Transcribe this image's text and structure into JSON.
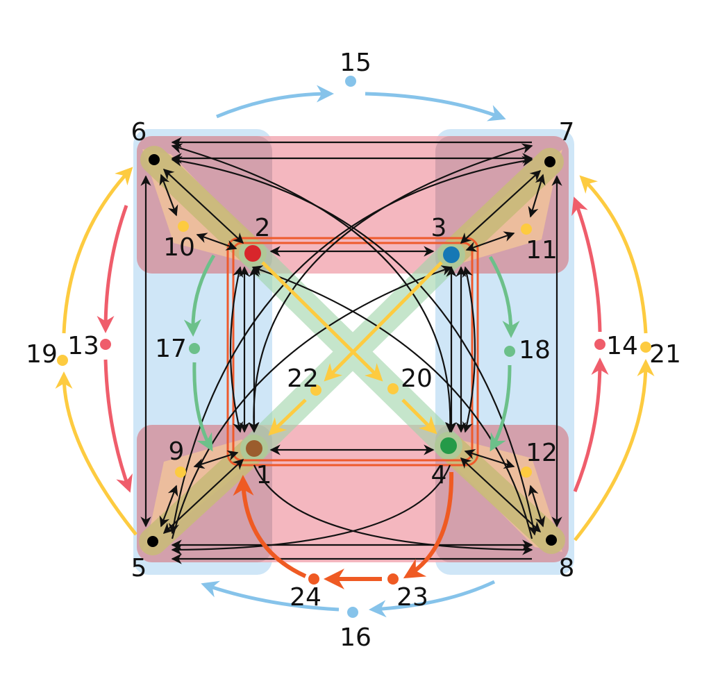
{
  "colors": {
    "blue_region": "#cfe6f7",
    "red_region": "#f2aab4",
    "orange_region": "#f0c29a",
    "olive_band": "#c9b97a",
    "green_band": "#9fd4a9",
    "inner_frame": "#ee5a2c",
    "arrow_blue": "#86c3ea",
    "arrow_red": "#ef5d6b",
    "arrow_yellow": "#fdcb40",
    "arrow_green": "#6cc08a",
    "arrow_orange": "#ef5a23",
    "arrow_black": "#111111"
  },
  "nodes": [
    {
      "id": "1",
      "label": "1",
      "color": "#9b5d2d"
    },
    {
      "id": "2",
      "label": "2",
      "color": "#d8262b"
    },
    {
      "id": "3",
      "label": "3",
      "color": "#1678b5"
    },
    {
      "id": "4",
      "label": "4",
      "color": "#249a48"
    },
    {
      "id": "5",
      "label": "5",
      "color": "#000000"
    },
    {
      "id": "6",
      "label": "6",
      "color": "#000000"
    },
    {
      "id": "7",
      "label": "7",
      "color": "#000000"
    },
    {
      "id": "8",
      "label": "8",
      "color": "#000000"
    },
    {
      "id": "9",
      "label": "9",
      "color": "#fdcb40"
    },
    {
      "id": "10",
      "label": "10",
      "color": "#fdcb40"
    },
    {
      "id": "11",
      "label": "11",
      "color": "#fdcb40"
    },
    {
      "id": "12",
      "label": "12",
      "color": "#fdcb40"
    },
    {
      "id": "13",
      "label": "13",
      "color": "#ef5d6b"
    },
    {
      "id": "14",
      "label": "14",
      "color": "#ef5d6b"
    },
    {
      "id": "15",
      "label": "15",
      "color": "#86c3ea"
    },
    {
      "id": "16",
      "label": "16",
      "color": "#86c3ea"
    },
    {
      "id": "17",
      "label": "17",
      "color": "#6cc08a"
    },
    {
      "id": "18",
      "label": "18",
      "color": "#6cc08a"
    },
    {
      "id": "19",
      "label": "19",
      "color": "#fdcb40"
    },
    {
      "id": "20",
      "label": "20",
      "color": "#fdcb40"
    },
    {
      "id": "21",
      "label": "21",
      "color": "#fdcb40"
    },
    {
      "id": "22",
      "label": "22",
      "color": "#fdcb40"
    },
    {
      "id": "23",
      "label": "23",
      "color": "#ef5a23"
    },
    {
      "id": "24",
      "label": "24",
      "color": "#ef5a23"
    }
  ],
  "edges": {
    "black_bidirectional": [
      [
        "1",
        "2"
      ],
      [
        "1",
        "3"
      ],
      [
        "1",
        "4"
      ],
      [
        "2",
        "3"
      ],
      [
        "2",
        "4"
      ],
      [
        "3",
        "4"
      ],
      [
        "5",
        "6"
      ],
      [
        "5",
        "7"
      ],
      [
        "5",
        "8"
      ],
      [
        "6",
        "7"
      ],
      [
        "6",
        "8"
      ],
      [
        "7",
        "8"
      ],
      [
        "1",
        "5"
      ],
      [
        "2",
        "6"
      ],
      [
        "3",
        "7"
      ],
      [
        "4",
        "8"
      ],
      [
        "1",
        "9"
      ],
      [
        "2",
        "10"
      ],
      [
        "3",
        "11"
      ],
      [
        "4",
        "12"
      ],
      [
        "5",
        "9"
      ],
      [
        "6",
        "10"
      ],
      [
        "7",
        "11"
      ],
      [
        "8",
        "12"
      ]
    ],
    "colored_directed": [
      {
        "from": "5",
        "to": "19",
        "color": "arrow_yellow"
      },
      {
        "from": "19",
        "to": "6",
        "color": "arrow_yellow"
      },
      {
        "from": "8",
        "to": "21",
        "color": "arrow_yellow"
      },
      {
        "from": "21",
        "to": "7",
        "color": "arrow_yellow"
      },
      {
        "from": "6",
        "to": "13",
        "color": "arrow_red"
      },
      {
        "from": "13",
        "to": "5",
        "color": "arrow_red"
      },
      {
        "from": "8",
        "to": "14",
        "color": "arrow_red"
      },
      {
        "from": "14",
        "to": "7",
        "color": "arrow_red"
      },
      {
        "from": "6",
        "to": "15",
        "color": "arrow_blue"
      },
      {
        "from": "15",
        "to": "7",
        "color": "arrow_blue"
      },
      {
        "from": "8",
        "to": "16",
        "color": "arrow_blue"
      },
      {
        "from": "16",
        "to": "5",
        "color": "arrow_blue"
      },
      {
        "from": "2",
        "to": "17",
        "color": "arrow_green"
      },
      {
        "from": "17",
        "to": "1",
        "color": "arrow_green"
      },
      {
        "from": "3",
        "to": "18",
        "color": "arrow_green"
      },
      {
        "from": "18",
        "to": "4",
        "color": "arrow_green"
      },
      {
        "from": "2",
        "to": "20",
        "color": "arrow_yellow"
      },
      {
        "from": "20",
        "to": "4",
        "color": "arrow_yellow"
      },
      {
        "from": "3",
        "to": "22",
        "color": "arrow_yellow"
      },
      {
        "from": "22",
        "to": "1",
        "color": "arrow_yellow"
      },
      {
        "from": "4",
        "to": "23",
        "color": "arrow_orange"
      },
      {
        "from": "23",
        "to": "24",
        "color": "arrow_orange"
      },
      {
        "from": "24",
        "to": "1",
        "color": "arrow_orange"
      }
    ]
  }
}
